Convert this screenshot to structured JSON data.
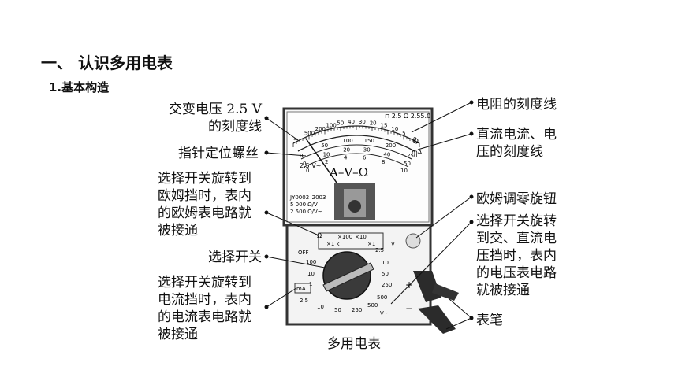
{
  "heading": "一、 认识多用电表",
  "subheading": "1.基本构造",
  "caption": "多用电表",
  "labels_left": {
    "ac_scale": "交变电压 2.5 V\n的刻度线",
    "needle_screw": "指针定位螺丝",
    "ohm_range": "选择开关旋转到\n欧姆挡时，表内\n的欧姆表电路就\n被接通",
    "selector": "选择开关",
    "current_range": "选择开关旋转到\n电流挡时，表内\n的电流表电路就\n被接通"
  },
  "labels_right": {
    "resistance_scale": "电阻的刻度线",
    "dc_scale": "直流电流、电\n压的刻度线",
    "ohm_zero_knob": "欧姆调零旋钮",
    "voltage_range": "选择开关旋转\n到交、直流电\n压挡时，表内\n的电压表电路\n就被接通",
    "probes": "表笔"
  },
  "meter": {
    "face_symbol": "A–V–Ω",
    "model_text": [
      "JY0002–2003",
      "5 000 Ω/V–",
      "2 500 Ω/V~"
    ],
    "top_right_text": "⊓ 2.5  Ω 2.55.0",
    "ohm_scale": [
      "∞",
      "500",
      "200",
      "100",
      "50",
      "40",
      "30",
      "20",
      "15",
      "10",
      "5",
      "0"
    ],
    "dc_scale": [
      "0",
      "50",
      "100",
      "150",
      "200",
      "250"
    ],
    "dc_scale_2": [
      "0",
      "10",
      "20",
      "30",
      "40",
      "50"
    ],
    "dc_scale_3": [
      "0",
      "2",
      "4",
      "6",
      "8",
      "10"
    ],
    "scale_units": [
      "Ω",
      "mA",
      "V"
    ],
    "ac_label": "2.5 V~",
    "dial": {
      "ohm_symbol": "Ω",
      "ohm_ranges": [
        "×1 k",
        "×100",
        "×10",
        "×1"
      ],
      "off": "OFF",
      "current_ranges": [
        "100",
        "10",
        "1"
      ],
      "current_unit": "mA",
      "dc_ranges": [
        "2.5",
        "10",
        "50",
        "250",
        "500"
      ],
      "dc_unit": "V",
      "ac_ranges": [
        "2.5",
        "10",
        "50",
        "250",
        "500"
      ],
      "ac_unit": "V~",
      "plus": "+",
      "minus": "−"
    }
  }
}
